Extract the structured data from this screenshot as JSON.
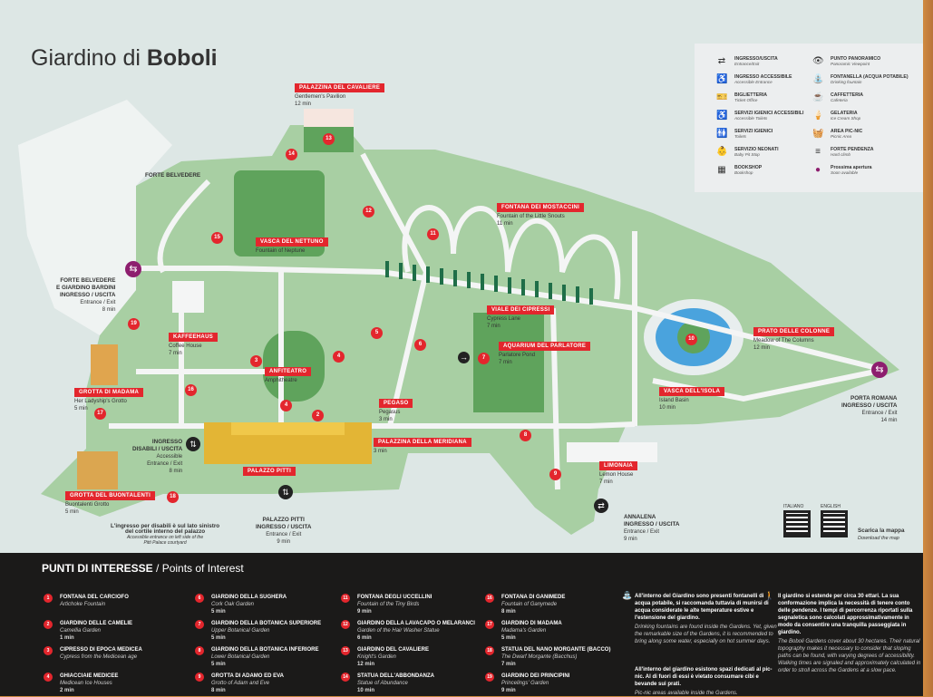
{
  "title": {
    "light": "Giardino di",
    "bold": "Boboli"
  },
  "legend": [
    {
      "icon": "entrance-exit-icon",
      "glyph": "⇄",
      "it": "INGRESSO/USCITA",
      "en": "Entrance/Exit"
    },
    {
      "icon": "accessible-entrance-icon",
      "glyph": "♿",
      "it": "INGRESSO ACCESSIBILE",
      "en": "Accessible Entrance"
    },
    {
      "icon": "ticket-office-icon",
      "glyph": "🎫",
      "it": "BIGLIETTERIA",
      "en": "Ticket Office"
    },
    {
      "icon": "accessible-toilets-icon",
      "glyph": "♿",
      "it": "SERVIZI IGIENICI ACCESSIBILI",
      "en": "Accessible Toilets"
    },
    {
      "icon": "toilets-icon",
      "glyph": "🚻",
      "it": "SERVIZI IGIENICI",
      "en": "Toilets"
    },
    {
      "icon": "baby-pit-stop-icon",
      "glyph": "👶",
      "it": "SERVIZIO NEONATI",
      "en": "Baby Pit Stop"
    },
    {
      "icon": "bookshop-icon",
      "glyph": "▦",
      "it": "BOOKSHOP",
      "en": "Bookshop"
    },
    {
      "icon": "viewpoint-icon",
      "glyph": "👁",
      "it": "PUNTO PANORAMICO",
      "en": "Panoramic Viewpoint"
    },
    {
      "icon": "drinking-fountain-icon",
      "glyph": "⛲",
      "it": "FONTANELLA (ACQUA POTABILE)",
      "en": "Drinking fountain"
    },
    {
      "icon": "cafe-icon",
      "glyph": "☕",
      "it": "CAFFETTERIA",
      "en": "Cafeteria"
    },
    {
      "icon": "ice-cream-icon",
      "glyph": "🍦",
      "it": "GELATERIA",
      "en": "Ice Cream Shop"
    },
    {
      "icon": "picnic-icon",
      "glyph": "🧺",
      "it": "AREA PIC-NIC",
      "en": "Picnic Area"
    },
    {
      "icon": "hard-climb-icon",
      "glyph": "≡",
      "it": "FORTE PENDENZA",
      "en": "Hard climb"
    },
    {
      "icon": "soon-available-icon",
      "glyph": "●",
      "it": "Prossima apertura",
      "en": "Soon available"
    }
  ],
  "map": {
    "tags": {
      "cavaliere": {
        "name": "PALAZZINA DEL CAVALIERE",
        "en": "Gentlemen's Pavilion",
        "time": "12 min"
      },
      "nettuno": {
        "name": "VASCA DEL NETTUNO",
        "en": "Fountain of Neptune"
      },
      "kaffeehaus": {
        "name": "KAFFEEHAUS",
        "en": "Coffee House",
        "time": "7 min"
      },
      "madama": {
        "name": "GROTTA DI MADAMA",
        "en": "Her Ladyship's Grotto",
        "time": "5 min"
      },
      "anfiteatro": {
        "name": "ANFITEATRO",
        "en": "Amphitheatre"
      },
      "pegaso": {
        "name": "PEGASO",
        "en": "Pegasus",
        "time": "3 min"
      },
      "meridiana": {
        "name": "PALAZZINA DELLA MERIDIANA",
        "time": "3 min"
      },
      "pitti": {
        "name": "PALAZZO PITTI"
      },
      "buontalenti": {
        "name": "GROTTA DEL BUONTALENTI",
        "en": "Buontalenti Grotto",
        "time": "5 min"
      },
      "mostaccini": {
        "name": "FONTANA DEI MOSTACCINI",
        "en": "Fountain of the Little Snouts",
        "time": "11 min"
      },
      "cipressi": {
        "name": "VIALE DEI CIPRESSI",
        "en": "Cypress Lane",
        "time": "7 min"
      },
      "parlatore": {
        "name": "AQUARIUM DEL PARLATORE",
        "en": "Parlatore Pond",
        "time": "7 min"
      },
      "limonaia": {
        "name": "LIMONAIA",
        "en": "Lemon House",
        "time": "7 min"
      },
      "isola": {
        "name": "VASCA DELL'ISOLA",
        "en": "Island Basin",
        "time": "10 min"
      },
      "colonne": {
        "name": "PRATO DELLE COLONNE",
        "en": "Meadow of The Columns",
        "time": "12 min"
      }
    },
    "places": {
      "forte": "FORTE BELVEDERE",
      "bardini": {
        "l1": "FORTE BELVEDERE",
        "l2": "E GIARDINO BARDINI",
        "l3": "INGRESSO / USCITA",
        "en": "Entrance / Exit",
        "time": "8 min"
      },
      "disabili": {
        "l1": "INGRESSO",
        "l2": "DISABILI / USCITA",
        "en1": "Accessible",
        "en2": "Entrance / Exit",
        "time": "8 min"
      },
      "pitti_entrance": {
        "l1": "PALAZZO PITTI",
        "l2": "INGRESSO / USCITA",
        "en": "Entrance / Exit",
        "time": "9 min"
      },
      "romana": {
        "l1": "PORTA ROMANA",
        "l2": "INGRESSO / USCITA",
        "en": "Entrance / Exit",
        "time": "14 min"
      },
      "annalena": {
        "l1": "ANNALENA",
        "l2": "INGRESSO / USCITA",
        "en": "Entrance / Exit",
        "time": "9 min"
      },
      "note": {
        "l1": "L'ingresso per disabili è sul lato sinistro",
        "l2": "del cortile interno del palazzo",
        "en1": "Accessible entrance on left side of the",
        "en2": "Pitti Palace courtyard"
      }
    },
    "markers": [
      "2",
      "3",
      "4",
      "4",
      "5",
      "6",
      "7",
      "8",
      "9",
      "10",
      "11",
      "12",
      "13",
      "14",
      "15",
      "16",
      "17",
      "18",
      "19"
    ],
    "qr": {
      "it": "ITALIANO",
      "en": "ENGLISH",
      "download_it": "Scarica la mappa",
      "download_en": "Download the map"
    }
  },
  "panel": {
    "title": "PUNTI DI INTERESSE",
    "title_en": "/ Points of Interest",
    "pois": [
      {
        "n": "1",
        "it": "FONTANA DEL CARCIOFO",
        "en": "Artichoke Fountain",
        "time": ""
      },
      {
        "n": "2",
        "it": "GIARDINO DELLE CAMELIE",
        "en": "Camellia Garden",
        "time": "1 min"
      },
      {
        "n": "3",
        "it": "CIPRESSO DI EPOCA MEDICEA",
        "en": "Cypress from the Medicean age",
        "time": ""
      },
      {
        "n": "4",
        "it": "GHIACCIAIE MEDICEE",
        "en": "Medicean Ice Houses",
        "time": "2 min"
      },
      {
        "n": "6",
        "it": "GIARDINO DELLA SUGHERA",
        "en": "Cork Oak Garden",
        "time": "5 min"
      },
      {
        "n": "7",
        "it": "GIARDINO DELLA BOTANICA SUPERIORE",
        "en": "Upper Botanical Garden",
        "time": "5 min"
      },
      {
        "n": "8",
        "it": "GIARDINO DELLA BOTANICA INFERIORE",
        "en": "Lower Botanical Garden",
        "time": "5 min"
      },
      {
        "n": "9",
        "it": "GROTTA DI ADAMO ED EVA",
        "en": "Grotto of Adam and Eve",
        "time": "8 min"
      },
      {
        "n": "11",
        "it": "FONTANA DEGLI UCCELLINI",
        "en": "Fountain of the Tiny Birds",
        "time": "9 min"
      },
      {
        "n": "12",
        "it": "GIARDINO DELLA LAVACAPO O MELARANCI",
        "en": "Garden of the Hair Washer Statue",
        "time": "6 min"
      },
      {
        "n": "13",
        "it": "GIARDINO DEL CAVALIERE",
        "en": "Knight's Garden",
        "time": "12 min"
      },
      {
        "n": "14",
        "it": "STATUA DELL'ABBONDANZA",
        "en": "Statue of Abundance",
        "time": "10 min"
      },
      {
        "n": "16",
        "it": "FONTANA DI GANIMEDE",
        "en": "Fountain of Ganymede",
        "time": "8 min"
      },
      {
        "n": "17",
        "it": "GIARDINO DI MADAMA",
        "en": "Madama's Garden",
        "time": "5 min"
      },
      {
        "n": "18",
        "it": "STATUA DEL NANO MORGANTE (BACCO)",
        "en": "The Dwarf Morgante (Bacchus)",
        "time": "7 min"
      },
      {
        "n": "19",
        "it": "GIARDINO DEI PRINCIPINI",
        "en": "Princelings' Garden",
        "time": "9 min"
      }
    ],
    "info": [
      {
        "it": "All'interno del Giardino sono presenti fontanelli di acqua potabile, si raccomanda tuttavia di munirsi di acqua considerate le alte temperature estive e l'estensione del giardino.",
        "en": "Drinking fountains are found inside the Gardens. Yet, given the remarkable size of the Gardens, it is recommended to bring along some water, especially on hot summer days."
      },
      {
        "it": "All'interno del giardino esistono spazi dedicati al pic-nic. Al di fuori di essi è vietato consumare cibi e bevande sui prati.",
        "en": "Pic-nic areas available inside the Gardens."
      },
      {
        "it": "Il giardino si estende per circa 30 ettari. La sua conformazione implica la necessità di tenere conto delle pendenze. I tempi di percorrenza riportati sulla segnaletica sono calcolati approssimativamente in modo da consentire una tranquilla passeggiata in giardino.",
        "en": "The Boboli Gardens cover about 30 hectares. Their natural topography makes it necessary to consider that sloping paths can be found, with varying degrees of accessibility. Walking times are signaled and approximately calculated in order to stroll across the Gardens at a slow pace."
      }
    ]
  },
  "colors": {
    "green": "#a8cfa3",
    "red": "#e3262d",
    "purple": "#8d1e6e",
    "panel": "#1b1a19"
  }
}
